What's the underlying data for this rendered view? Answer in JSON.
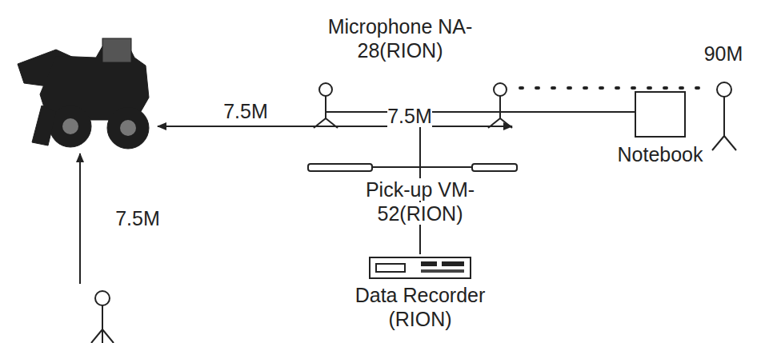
{
  "diagram": {
    "nodes": [
      {
        "text": [
          "Notebook"
        ]
      },
      {
        "text": [
          "Data Recorder (RION)"
        ]
      }
    ],
    "edges": [
      {
        "from": 1,
        "to": 0,
        "arrow": "none"
      }
    ],
    "labels": [
      "Microphone NA-28(RION)",
      "90M",
      "7.5M",
      "7.5M",
      "Pick-up VM-52(RION)",
      "7.5M"
    ]
  }
}
